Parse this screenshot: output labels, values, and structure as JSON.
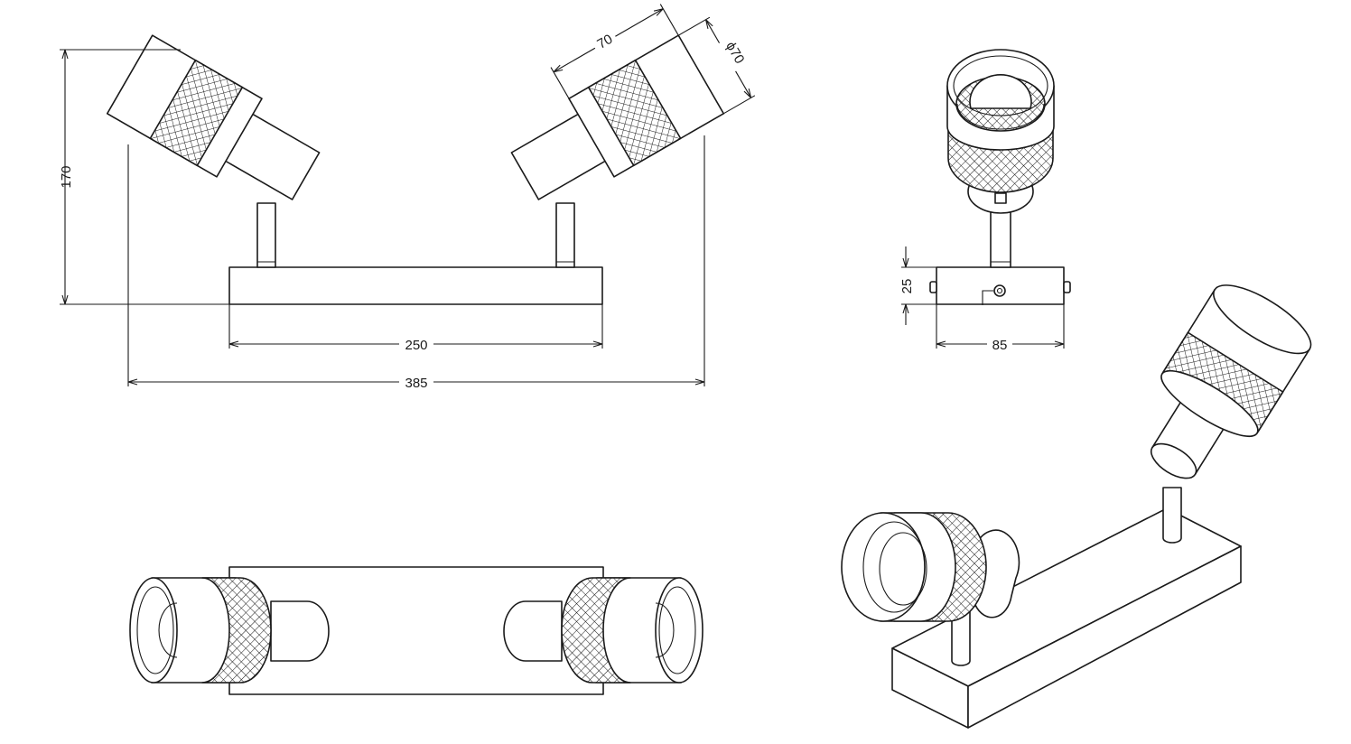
{
  "dimensions": {
    "height_total": "170",
    "bar_length": "250",
    "total_width": "385",
    "shade_length": "70",
    "shade_diameter": "ϕ70",
    "bar_height": "25",
    "bar_depth": "85"
  },
  "colors": {
    "line": "#1a1a1a",
    "background": "#ffffff"
  }
}
